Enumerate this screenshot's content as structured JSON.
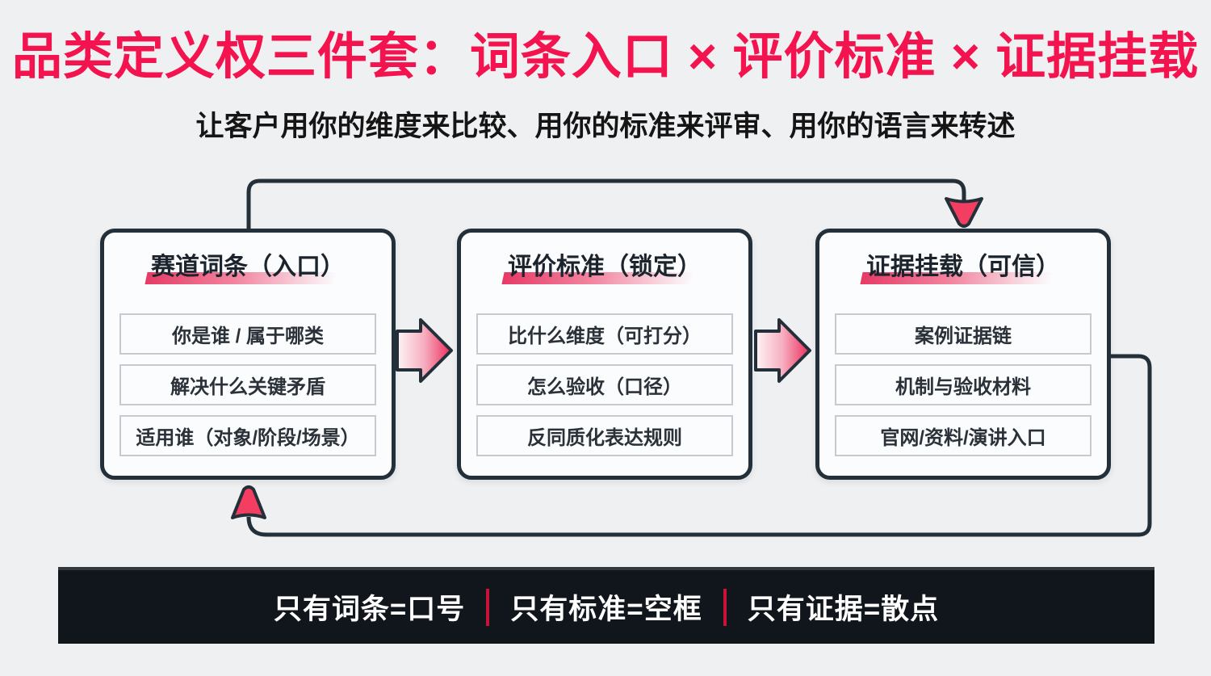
{
  "title": "品类定义权三件套：词条入口 × 评价标准 × 证据挂载",
  "subtitle": "让客户用你的维度来比较、用你的标准来评审、用你的语言来转述",
  "colors": {
    "accent_red": "#F3134E",
    "line_dark": "#243039",
    "arrow_tip_pink": "#EE2D5C",
    "arrowhead_pink": "#F43E61",
    "heading_bar_pink": "#E63A65",
    "page_bg": "#EEF0F2",
    "box_bg": "#FBFCFD",
    "footer_bg": "#10161B",
    "footer_separator": "#C9113A"
  },
  "boxes": [
    {
      "heading": "赛道词条（入口）",
      "items": [
        "你是谁 / 属于哪类",
        "解决什么关键矛盾",
        "适用谁（对象/阶段/场景）"
      ]
    },
    {
      "heading": "评价标准（锁定）",
      "items": [
        "比什么维度（可打分）",
        "怎么验收（口径）",
        "反同质化表达规则"
      ]
    },
    {
      "heading": "证据挂载（可信）",
      "items": [
        "案例证据链",
        "机制与验收材料",
        "官网/资料/演讲入口"
      ]
    }
  ],
  "footer": {
    "segments": [
      "只有词条=口号",
      "只有标准=空框",
      "只有证据=散点"
    ]
  }
}
